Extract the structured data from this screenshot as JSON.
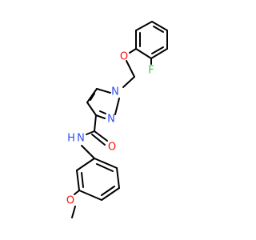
{
  "structure": {
    "atoms": {
      "fluorine": {
        "text": "F",
        "color": "#33cc33"
      },
      "ether_o": {
        "text": "O",
        "color": "#ff0d0d"
      },
      "pyrazole_n1": {
        "text": "N",
        "color": "#3050f8"
      },
      "pyrazole_n2": {
        "text": "N",
        "color": "#3050f8"
      },
      "carbonyl_o": {
        "text": "O",
        "color": "#ff0d0d"
      },
      "amide_n": {
        "text": "N",
        "color": "#3050f8"
      },
      "amide_h": {
        "text": "H",
        "color": "#3050f8"
      },
      "methoxy_o": {
        "text": "O",
        "color": "#ff0d0d"
      }
    }
  }
}
